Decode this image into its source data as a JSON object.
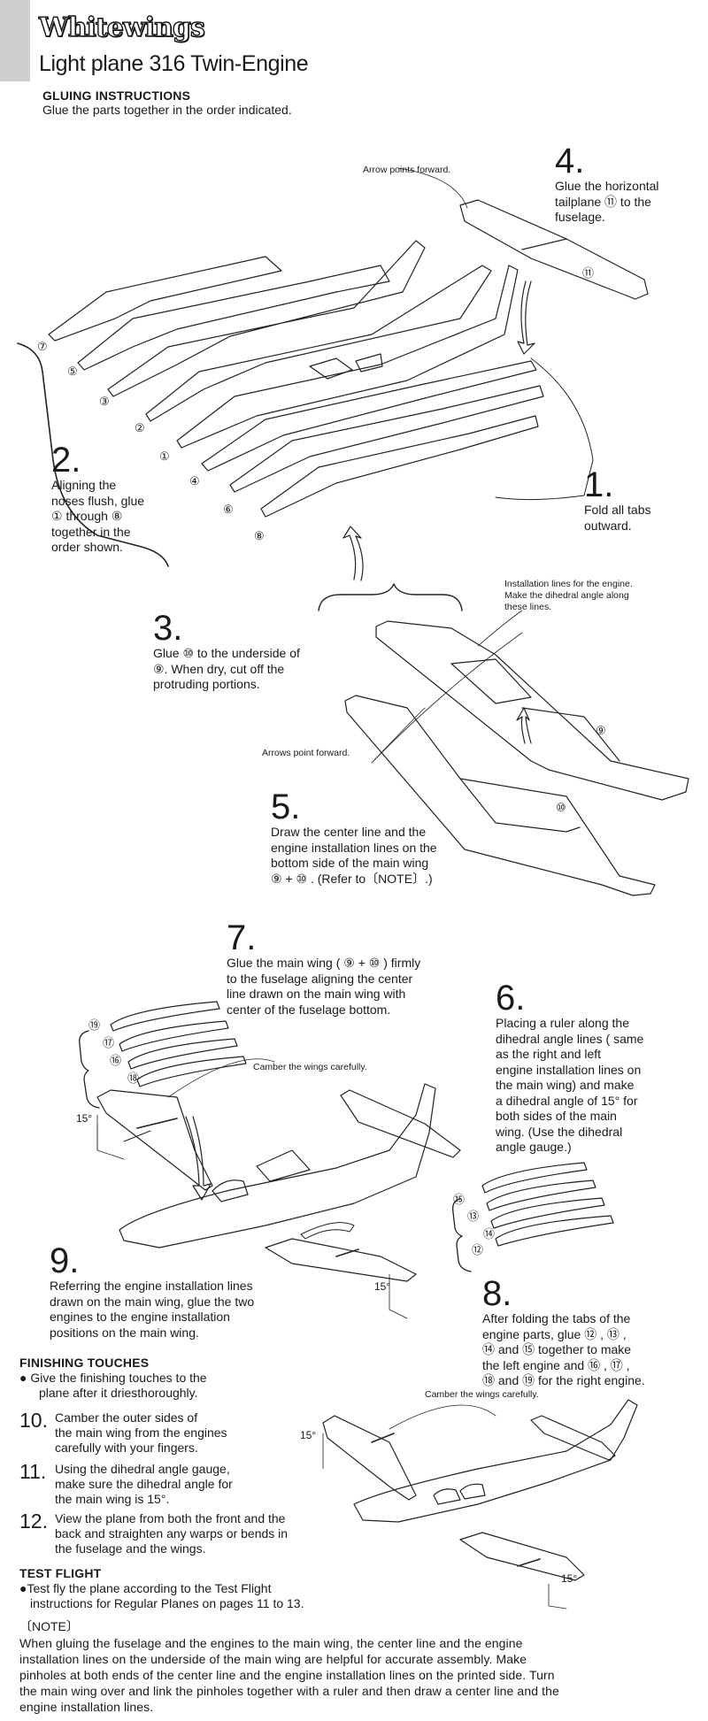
{
  "header": {
    "brand": "Whitewings",
    "product": "Light plane 316 Twin-Engine"
  },
  "gluing": {
    "title": "GLUING INSTRUCTIONS",
    "subtitle": "Glue the parts together in the order indicated."
  },
  "callouts": {
    "arrow_forward": "Arrow points forward.",
    "arrows_forward": "Arrows point forward.",
    "install_lines_1": "Installation lines for the engine.",
    "install_lines_2": "Make the dihedral angle along",
    "install_lines_3": "these lines.",
    "camber_1": "Camber the wings carefully.",
    "camber_2": "Camber the wings carefully.",
    "angle_a": "15°",
    "angle_b": "15°",
    "angle_c": "15°",
    "angle_d": "15°"
  },
  "part_labels": [
    "⑦",
    "⑤",
    "③",
    "②",
    "①",
    "④",
    "⑥",
    "⑧",
    "⑪",
    "⑨",
    "⑩",
    "⑲",
    "⑰",
    "⑯",
    "⑱",
    "⑮",
    "⑬",
    "⑭",
    "⑫"
  ],
  "steps": {
    "s1": {
      "num": "1.",
      "lines": [
        "Fold all tabs",
        "outward."
      ]
    },
    "s2": {
      "num": "2.",
      "lines": [
        "Aligning the",
        "noses flush, glue",
        "① through ⑧",
        "together in the",
        "order shown."
      ]
    },
    "s3": {
      "num": "3.",
      "lines": [
        "Glue ⑩ to the underside of",
        "⑨.  When dry, cut off the",
        "protruding portions."
      ]
    },
    "s4": {
      "num": "4.",
      "lines": [
        "Glue the horizontal",
        "tailplane ⑪ to the",
        "fuselage."
      ]
    },
    "s5": {
      "num": "5.",
      "lines": [
        "Draw the center line and the",
        "engine installation lines on the",
        "bottom side of the main wing",
        "⑨ + ⑩ . (Refer to〔NOTE〕.)"
      ]
    },
    "s6": {
      "num": "6.",
      "lines": [
        "Placing a ruler along the",
        "dihedral angle lines ( same",
        "as the right  and left",
        "engine installation lines on",
        "the main wing)  and make",
        "a dihedral angle of 15°  for",
        "both sides of the main",
        "wing.  (Use the dihedral",
        "angle gauge.)"
      ]
    },
    "s7": {
      "num": "7.",
      "lines": [
        "Glue the main wing ( ⑨ + ⑩ ) firmly",
        "to the fuselage aligning the center",
        "line drawn on the main wing with",
        "center of the fuselage bottom."
      ]
    },
    "s8": {
      "num": "8.",
      "lines": [
        "After folding the tabs of the",
        "engine parts, glue  ⑫ ,  ⑬ ,",
        "⑭  and  ⑮  together to make",
        "the left engine and  ⑯ ,  ⑰ ,",
        "⑱  and  ⑲ for the right engine."
      ]
    },
    "s9": {
      "num": "9.",
      "lines": [
        "Referring the engine installation lines",
        "drawn on the main wing, glue the two",
        "engines to the engine installation",
        "positions on the main wing."
      ]
    }
  },
  "finishing": {
    "title": "FINISHING TOUCHES",
    "intro": [
      "● Give the finishing touches to the",
      "plane after it driesthoroughly."
    ],
    "items": [
      {
        "num": "10.",
        "lines": [
          "Camber the outer sides of",
          "the main wing from the engines",
          "carefully with your fingers."
        ]
      },
      {
        "num": "11.",
        "lines": [
          "Using the dihedral angle gauge,",
          "make sure the dihedral angle for",
          "the main wing is 15°."
        ]
      },
      {
        "num": "12.",
        "lines": [
          "View the plane from both the front and the",
          "back and straighten any warps or bends in",
          "the fuselage and the wings."
        ]
      }
    ]
  },
  "test_flight": {
    "title": "TEST FLIGHT",
    "lines": [
      "●Test fly the plane according to the Test Flight",
      "instructions for Regular Planes on pages 11 to 13."
    ]
  },
  "note": {
    "title": "〔NOTE〕",
    "lines": [
      "When gluing the fuselage and the engines to the main wing, the center line and the engine",
      "installation lines on the underside of the main wing are helpful for  accurate assembly.  Make",
      "pinholes at both ends of the center line and the engine installation lines on the printed side.  Turn",
      "the main wing over and link the pinholes together with a ruler and then draw a center line and the",
      "engine installation lines."
    ]
  }
}
